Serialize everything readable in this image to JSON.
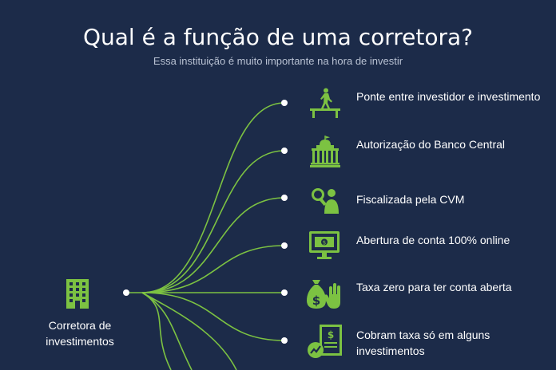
{
  "header": {
    "title": "Qual é a função de uma corretora?",
    "subtitle": "Essa instituição é muito importante na hora de investir"
  },
  "source": {
    "label": "Corretora de investimentos",
    "icon": "building-icon"
  },
  "items": [
    {
      "label": "Ponte entre investidor e investimento",
      "icon": "bridge-person-icon"
    },
    {
      "label": "Autorização do Banco Central",
      "icon": "bank-building-icon"
    },
    {
      "label": "Fiscalizada pela CVM",
      "icon": "magnifier-person-icon"
    },
    {
      "label": "Abertura de conta 100% online",
      "icon": "monitor-money-icon"
    },
    {
      "label": "Taxa zero para ter conta aberta",
      "icon": "money-bag-hand-icon"
    },
    {
      "label": "Cobram taxa só em alguns investimentos",
      "icon": "receipt-chart-icon"
    }
  ],
  "colors": {
    "background": "#1c2b49",
    "accent": "#7cc242",
    "text": "#ffffff",
    "subtitle": "#b9c2d3"
  }
}
